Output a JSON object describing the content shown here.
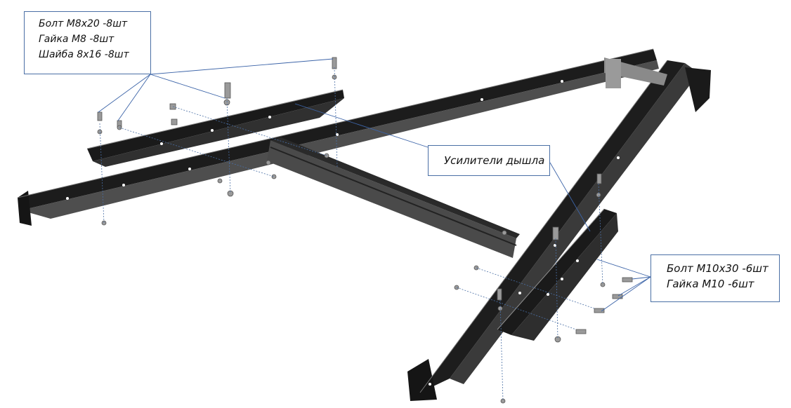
{
  "callouts": {
    "fasteners_top": {
      "lines": [
        "Болт М8х20 -8шт",
        "Гайка М8 -8шт",
        "Шайба 8х16 -8шт"
      ]
    },
    "reinforcement": {
      "label": "Усилители дышла"
    },
    "fasteners_right": {
      "lines": [
        "Болт М10х30 -6шт",
        "Гайка М10 -6шт"
      ]
    }
  },
  "colors": {
    "frame": "#1b1b1b",
    "frame_edge": "#5b5b5b",
    "leader": "#3c64a8",
    "hardware": "#9a9a9a"
  }
}
